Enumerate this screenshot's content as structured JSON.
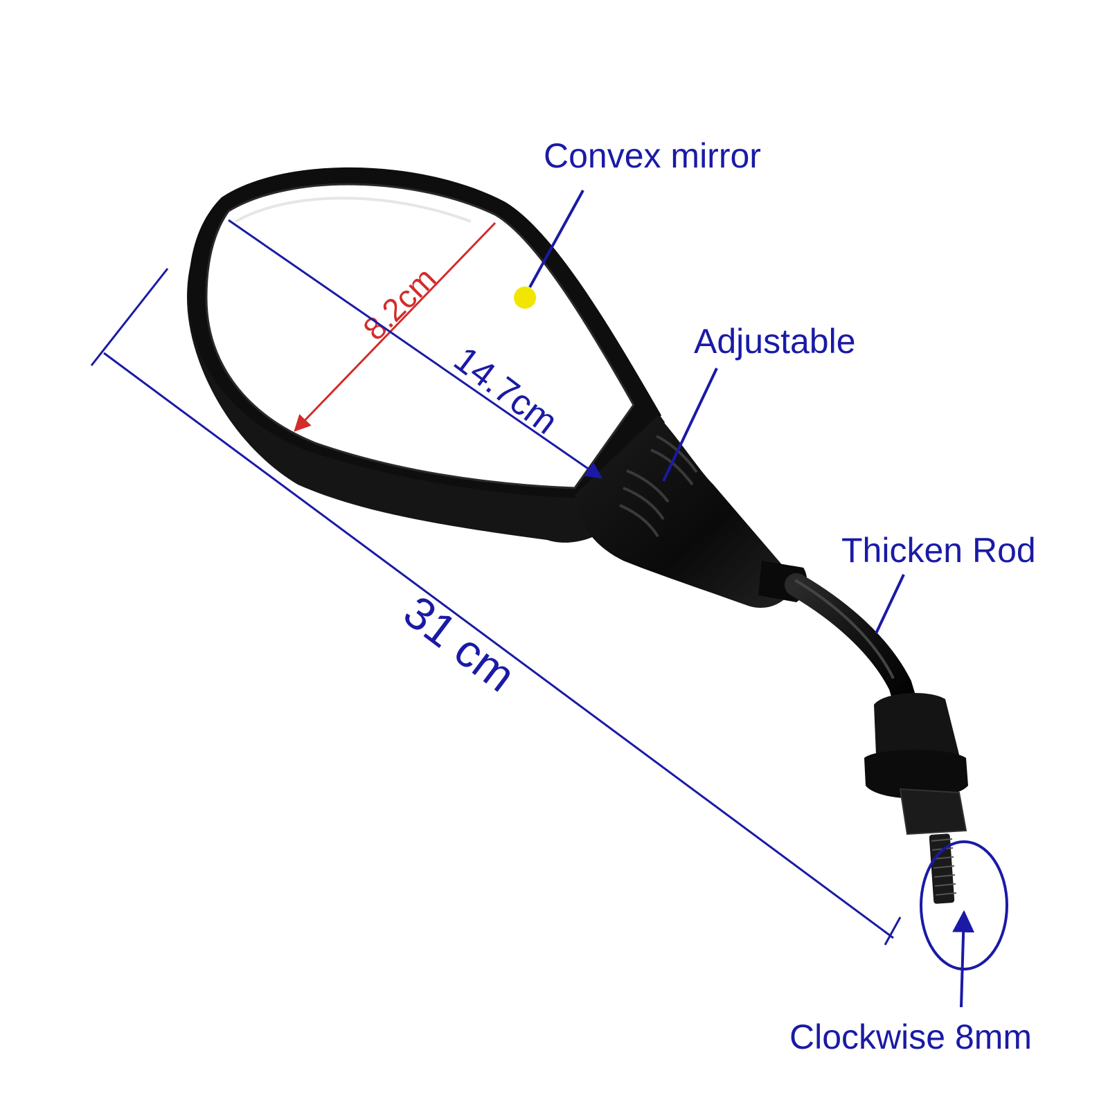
{
  "labels": {
    "convex_mirror": "Convex mirror",
    "adjustable": "Adjustable",
    "thicken_rod": "Thicken Rod",
    "clockwise": "Clockwise 8mm"
  },
  "dimensions": {
    "overall_length": "31 cm",
    "mirror_length": "14.7cm",
    "mirror_width": "8.2cm"
  },
  "colors": {
    "background": "#ffffff",
    "annotation_blue": "#1a1aa6",
    "dimension_red": "#d42b2b",
    "marker_yellow": "#f2e600",
    "product_black": "#111111"
  }
}
